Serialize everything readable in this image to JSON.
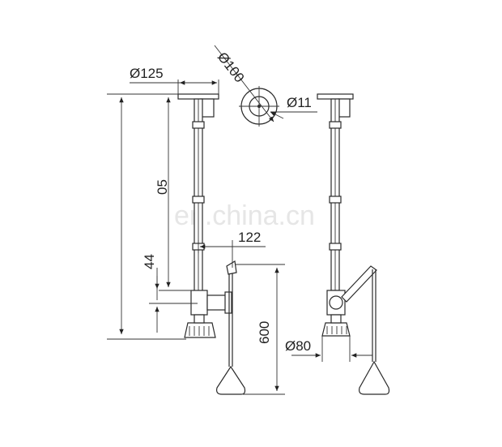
{
  "diagram": {
    "dimensions": {
      "d125": "Ø125",
      "d100": "Ø100",
      "d11": "Ø11",
      "h05": "05",
      "h44": "44",
      "w122": "122",
      "h600": "600",
      "d80": "Ø80"
    },
    "watermark": "en.china.cn"
  }
}
